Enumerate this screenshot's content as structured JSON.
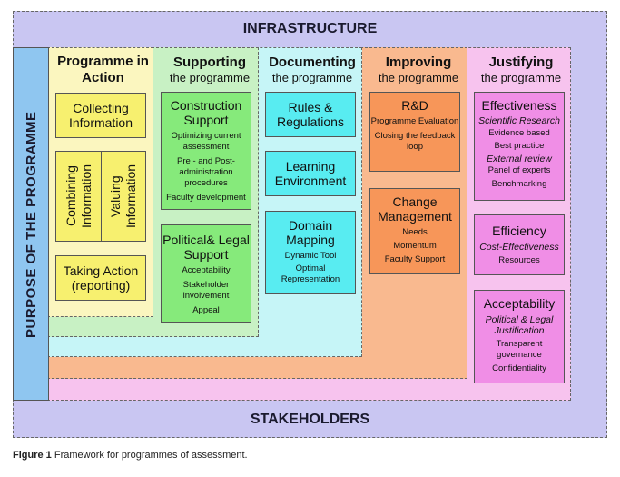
{
  "infrastructure": "INFRASTRUCTURE",
  "stakeholders": "STAKEHOLDERS",
  "purpose": "PURPOSE OF THE PROGRAMME",
  "caption": {
    "label": "Figure 1",
    "text": "Framework for programmes of assessment."
  },
  "columns": {
    "action": {
      "title": "Programme in Action",
      "boxes": {
        "collecting": "Collecting Information",
        "combining": "Combining Information",
        "valuing": "Valuing Information",
        "taking": "Taking Action (reporting)"
      }
    },
    "supporting": {
      "title": "Supporting",
      "subtitle": "the programme",
      "construction": {
        "title": "Construction Support",
        "items": [
          "Optimizing current assessment",
          "Pre - and Post-administration procedures",
          "Faculty development"
        ]
      },
      "political": {
        "title": "Political& Legal Support",
        "items": [
          "Acceptability",
          "Stakeholder involvement",
          "Appeal"
        ]
      }
    },
    "documenting": {
      "title": "Documenting",
      "subtitle": "the programme",
      "rules": "Rules & Regulations",
      "learning": "Learning Environment",
      "domain": {
        "title": "Domain Mapping",
        "items": [
          "Dynamic Tool",
          "Optimal Representation"
        ]
      }
    },
    "improving": {
      "title": "Improving",
      "subtitle": "the programme",
      "rd": {
        "title": "R&D",
        "items": [
          "Programme Evaluation",
          "Closing the feedback loop"
        ]
      },
      "change": {
        "title": "Change Management",
        "items": [
          "Needs",
          "Momentum",
          "Faculty Support"
        ]
      }
    },
    "justifying": {
      "title": "Justifying",
      "subtitle": "the programme",
      "effectiveness": {
        "title": "Effectiveness",
        "items": [
          "Scientific Research",
          "Evidence based",
          "Best practice",
          "External review",
          "Panel of experts",
          "Benchmarking"
        ]
      },
      "efficiency": {
        "title": "Efficiency",
        "items": [
          "Cost-Effectiveness",
          "Resources"
        ]
      },
      "acceptability": {
        "title": "Acceptability",
        "items": [
          "Political & Legal Justification",
          "Transparent governance",
          "Confidentiality"
        ]
      }
    }
  },
  "colors": {
    "outer": "#c9c6f2",
    "purpose": "#8fc6f0",
    "justify_bg": "#f7c3ee",
    "justify_box": "#f08ee6",
    "improve_bg": "#f9b98f",
    "improve_box": "#f79659",
    "document_bg": "#c6f5f7",
    "document_box": "#58ecf1",
    "support_bg": "#c8f1c4",
    "support_box": "#86ea7b",
    "action_bg": "#fbf6bf",
    "action_box": "#f7f06f"
  }
}
